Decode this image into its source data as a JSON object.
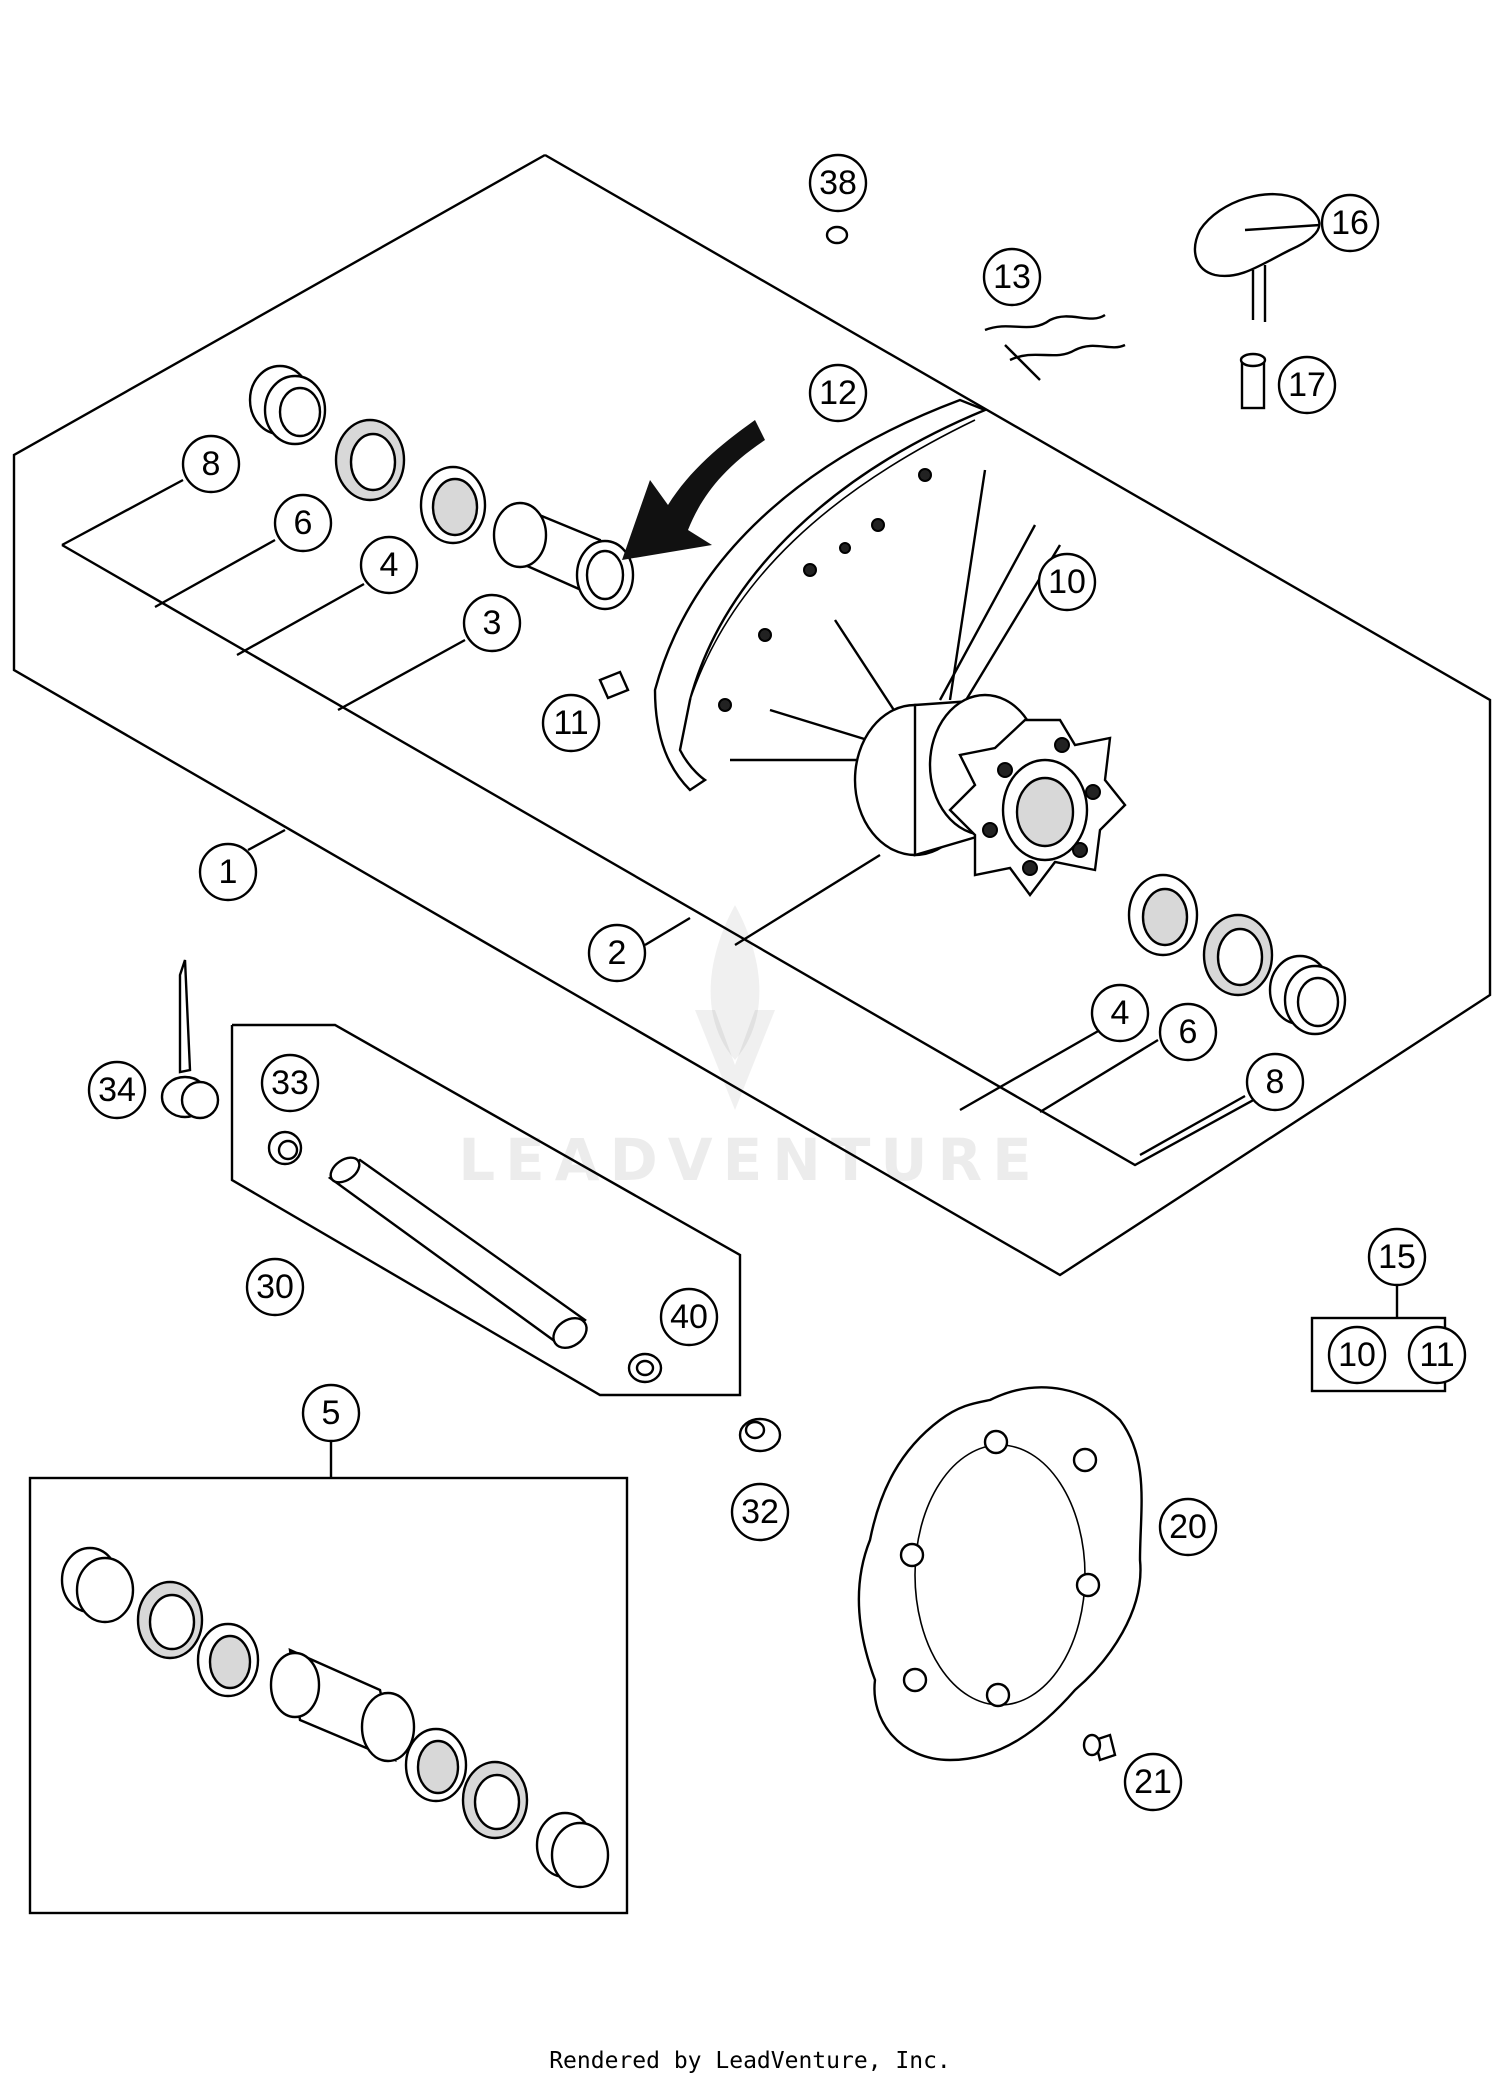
{
  "callouts": [
    {
      "id": "c38",
      "label": "38"
    },
    {
      "id": "c16",
      "label": "16"
    },
    {
      "id": "c13",
      "label": "13"
    },
    {
      "id": "c17",
      "label": "17"
    },
    {
      "id": "c12",
      "label": "12"
    },
    {
      "id": "c8a",
      "label": "8"
    },
    {
      "id": "c6a",
      "label": "6"
    },
    {
      "id": "c4a",
      "label": "4"
    },
    {
      "id": "c3",
      "label": "3"
    },
    {
      "id": "c10a",
      "label": "10"
    },
    {
      "id": "c11a",
      "label": "11"
    },
    {
      "id": "c1",
      "label": "1"
    },
    {
      "id": "c2",
      "label": "2"
    },
    {
      "id": "c4b",
      "label": "4"
    },
    {
      "id": "c6b",
      "label": "6"
    },
    {
      "id": "c8b",
      "label": "8"
    },
    {
      "id": "c34",
      "label": "34"
    },
    {
      "id": "c33",
      "label": "33"
    },
    {
      "id": "c30",
      "label": "30"
    },
    {
      "id": "c40",
      "label": "40"
    },
    {
      "id": "c15",
      "label": "15"
    },
    {
      "id": "c10b",
      "label": "10"
    },
    {
      "id": "c11b",
      "label": "11"
    },
    {
      "id": "c5",
      "label": "5"
    },
    {
      "id": "c32",
      "label": "32"
    },
    {
      "id": "c20",
      "label": "20"
    },
    {
      "id": "c21",
      "label": "21"
    }
  ],
  "watermark": "LEADVENTURE",
  "footer": "Rendered by LeadVenture, Inc."
}
